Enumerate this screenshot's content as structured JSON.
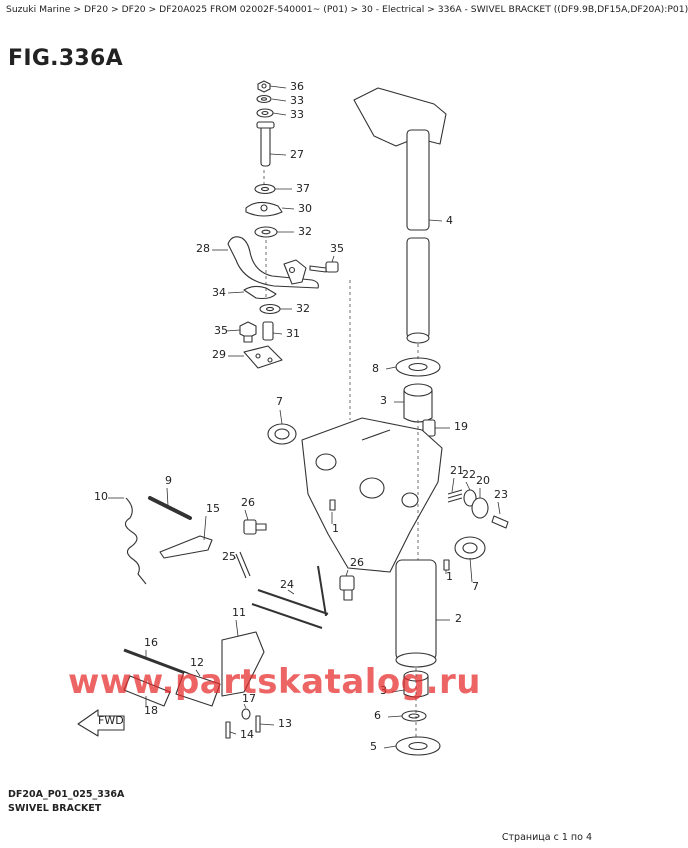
{
  "breadcrumb": "Suzuki Marine > DF20 > DF20 > DF20A025 FROM 02002F-540001~ (P01) > 30 - Electrical > 336A - SWIVEL BRACKET ((DF9.9B,DF15A,DF20A):P01)",
  "figure": {
    "title": "FIG.336A"
  },
  "callouts": [
    "36",
    "33",
    "33",
    "27",
    "37",
    "30",
    "32",
    "28",
    "35",
    "34",
    "32",
    "35",
    "31",
    "29",
    "4",
    "8",
    "3",
    "19",
    "7",
    "21",
    "22",
    "20",
    "23",
    "9",
    "10",
    "15",
    "26",
    "1",
    "25",
    "26",
    "1",
    "24",
    "7",
    "11",
    "2",
    "16",
    "12",
    "17",
    "18",
    "3",
    "6",
    "13",
    "14",
    "5"
  ],
  "footer": {
    "code": "DF20A_P01_025_336A",
    "name": "SWIVEL BRACKET",
    "page": "Страница с 1 по 4"
  },
  "watermark": "www.partskatalog.ru",
  "fwd_label": "FWD",
  "colors": {
    "callout": "#222222",
    "watermark": "#e62828",
    "line": "#333333"
  }
}
